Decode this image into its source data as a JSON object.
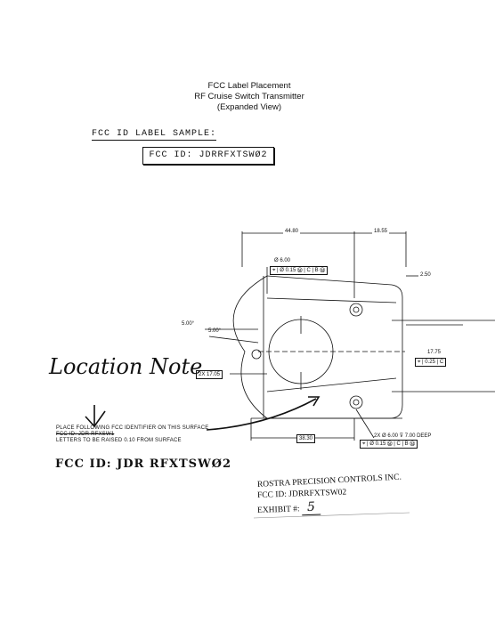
{
  "header": {
    "line1": "FCC Label Placement",
    "line2": "RF Cruise Switch Transmitter",
    "line3": "(Expanded View)"
  },
  "sample": {
    "heading": "FCC ID LABEL SAMPLE:",
    "label_text": "FCC ID:  JDRRFXTSWØ2"
  },
  "notes": {
    "handwritten_title": "Location Note",
    "line1": "PLACE FOLLOWING FCC IDENTIFIER ON THIS SURFACE",
    "line2_struck": "FCC ID: JDR RFXSW1",
    "line3": "LETTERS TO BE RAISED 0.10 FROM SURFACE",
    "handwritten_id": "FCC ID: JDR RFXTSWØ2"
  },
  "exhibit": {
    "company": "ROSTRA PRECISION CONTROLS INC.",
    "fcc_id": "FCC ID:  JDRRFXTSW02",
    "exhibit_label": "EXHIBIT #:",
    "exhibit_number": "5"
  },
  "drawing": {
    "dim_top_left": "44.80",
    "dim_top_right": "18.55",
    "hole_callout": "Ø 6.00",
    "tol_top": "⌖ | Ø 0.15 Ⓜ | C | B Ⓜ",
    "dim_right_top": "2.50",
    "dim_left_5a": "5.00°",
    "dim_left_5b": "5.00°",
    "dim_right_mid": "17.75",
    "tol_right": "⌖ | 0.25 | C",
    "dim_left_box": "2X 17.05",
    "dim_bottom": "38.30",
    "hole_bottom": "2X Ø 6.00 ⊽ 7.00 DEEP",
    "tol_bottom": "⌖ | Ø 0.15 Ⓜ | C | B Ⓜ"
  }
}
